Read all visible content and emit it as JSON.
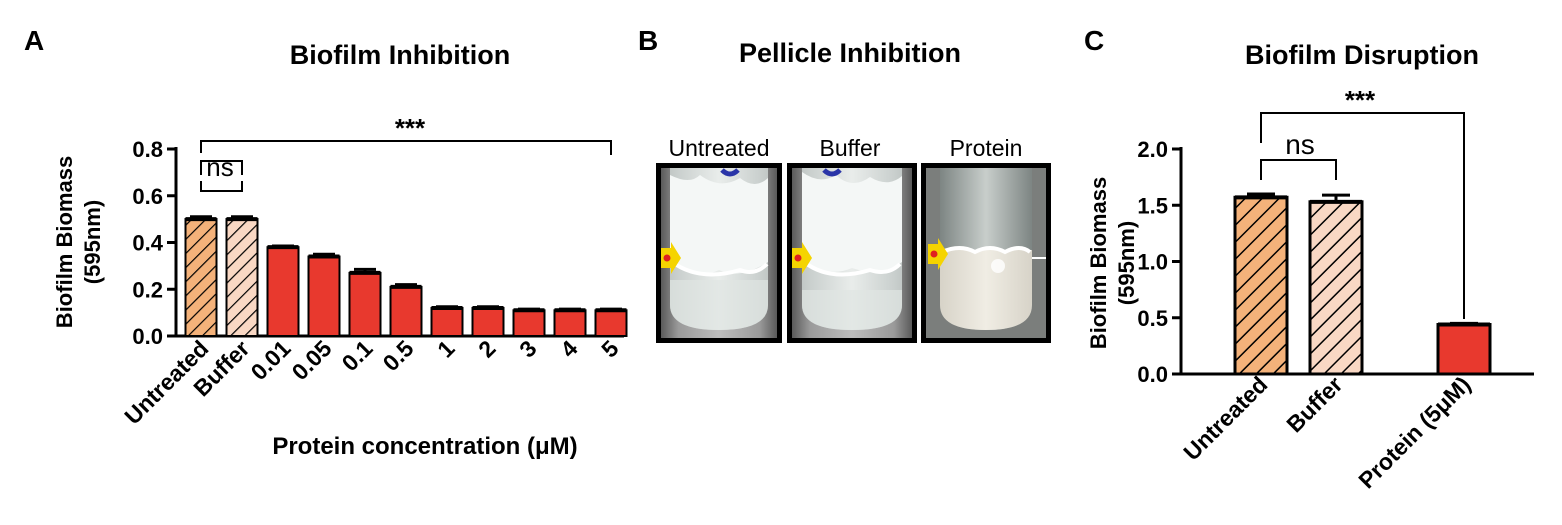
{
  "panels": {
    "a": {
      "letter": "A",
      "title": "Biofilm Inhibition"
    },
    "b": {
      "letter": "B",
      "title": "Pellicle Inhibition",
      "tubes": [
        {
          "label": "Untreated",
          "state": "thick-pellicle"
        },
        {
          "label": "Buffer",
          "state": "thick-pellicle"
        },
        {
          "label": "Protein",
          "state": "thin-pellicle"
        }
      ],
      "arrow_icon": "yellow-arrow-icon"
    },
    "c": {
      "letter": "C",
      "title": "Biofilm Disruption"
    }
  },
  "colors": {
    "orange": "#F4B27A",
    "peach": "#F9D8C4",
    "red": "#E8392E",
    "arrow_yellow": "#F5D400",
    "arrow_red": "#E02020"
  },
  "chart_data": [
    {
      "type": "bar",
      "title": "Biofilm Inhibition",
      "xlabel": "Protein concentration  (μM)",
      "ylabel": "Biofilm Biomass (595nm)",
      "ylabel_lines": [
        "Biofilm Biomass",
        "(595nm)"
      ],
      "ylim": [
        0,
        0.8
      ],
      "yticks": [
        "0.0",
        "0.2",
        "0.4",
        "0.6",
        "0.8"
      ],
      "categories": [
        "Untreated",
        "Buffer",
        "0.01",
        "0.05",
        "0.1",
        "0.5",
        "1",
        "2",
        "3",
        "4",
        "5"
      ],
      "values": [
        0.5,
        0.5,
        0.38,
        0.34,
        0.27,
        0.21,
        0.12,
        0.12,
        0.11,
        0.11,
        0.11
      ],
      "errors": [
        0.01,
        0.01,
        0.005,
        0.01,
        0.015,
        0.01,
        0.005,
        0.005,
        0.005,
        0.005,
        0.005
      ],
      "fills": [
        "orange",
        "peach",
        "red",
        "red",
        "red",
        "red",
        "red",
        "red",
        "red",
        "red",
        "red"
      ],
      "hatched": [
        true,
        true,
        false,
        false,
        false,
        false,
        false,
        false,
        false,
        false,
        false
      ],
      "significance": [
        {
          "label": "ns",
          "from": 0,
          "to": 1
        },
        {
          "label": "***",
          "from": 0,
          "to": 10
        }
      ]
    },
    {
      "type": "bar",
      "title": "Biofilm Disruption",
      "xlabel": "",
      "ylabel": "Biofilm Biomass (595nm)",
      "ylabel_lines": [
        "Biofilm Biomass",
        "(595nm)"
      ],
      "ylim": [
        0,
        2.0
      ],
      "yticks": [
        "0.0",
        "0.5",
        "1.0",
        "1.5",
        "2.0"
      ],
      "categories": [
        "Untreated",
        "Buffer",
        "Protein (5μM)"
      ],
      "values": [
        1.57,
        1.53,
        0.44
      ],
      "errors": [
        0.03,
        0.06,
        0.01
      ],
      "fills": [
        "orange",
        "peach",
        "red"
      ],
      "hatched": [
        true,
        true,
        false
      ],
      "significance": [
        {
          "label": "ns",
          "from": 0,
          "to": 1
        },
        {
          "label": "***",
          "from": 0,
          "to": 2
        }
      ]
    }
  ]
}
